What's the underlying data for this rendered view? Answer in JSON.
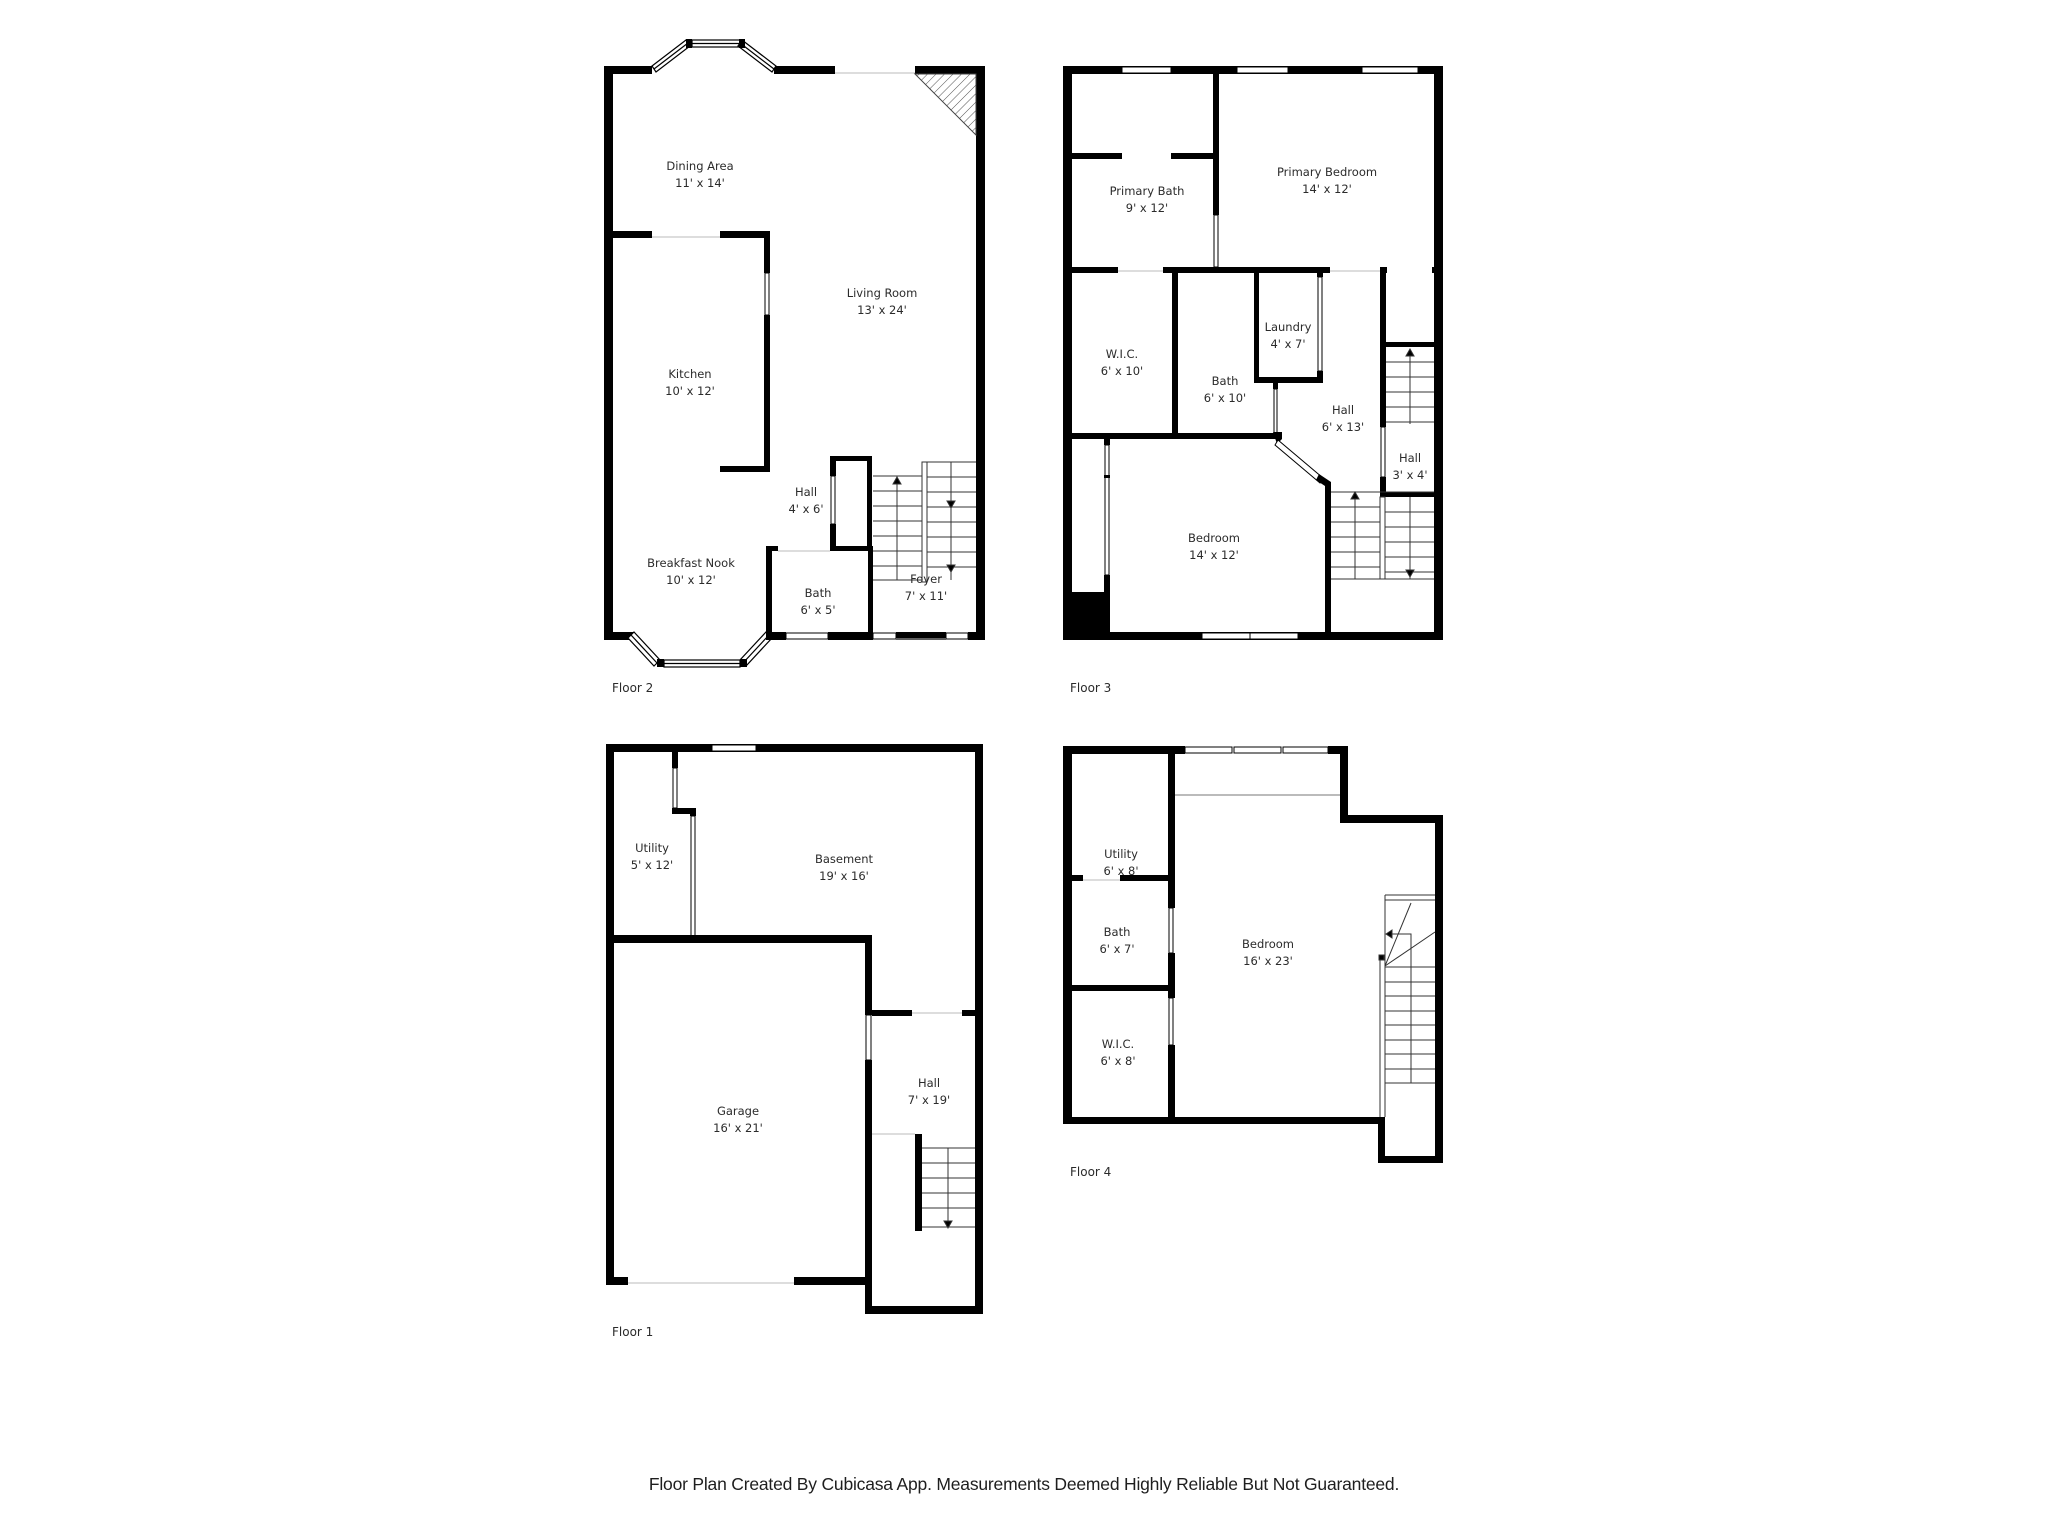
{
  "colors": {
    "wall": "#000000",
    "background": "#ffffff",
    "text": "#2b2b2b",
    "thin_line": "#7a7a7a"
  },
  "floors": [
    {
      "id": "floor-2",
      "label": "Floor 2",
      "rooms": [
        {
          "name": "Dining Area",
          "dimensions": "11' x 14'"
        },
        {
          "name": "Living Room",
          "dimensions": "13' x 24'"
        },
        {
          "name": "Kitchen",
          "dimensions": "10' x 12'"
        },
        {
          "name": "Hall",
          "dimensions": "4' x 6'"
        },
        {
          "name": "Breakfast Nook",
          "dimensions": "10' x 12'"
        },
        {
          "name": "Bath",
          "dimensions": "6' x 5'"
        },
        {
          "name": "Foyer",
          "dimensions": "7' x 11'"
        }
      ]
    },
    {
      "id": "floor-3",
      "label": "Floor 3",
      "rooms": [
        {
          "name": "Primary Bath",
          "dimensions": "9' x 12'"
        },
        {
          "name": "Primary Bedroom",
          "dimensions": "14' x 12'"
        },
        {
          "name": "W.I.C.",
          "dimensions": "6' x 10'"
        },
        {
          "name": "Bath",
          "dimensions": "6' x 10'"
        },
        {
          "name": "Laundry",
          "dimensions": "4' x 7'"
        },
        {
          "name": "Hall",
          "dimensions": "6' x 13'"
        },
        {
          "name": "Hall",
          "dimensions": "3' x 4'"
        },
        {
          "name": "Bedroom",
          "dimensions": "14' x 12'"
        }
      ]
    },
    {
      "id": "floor-1",
      "label": "Floor 1",
      "rooms": [
        {
          "name": "Utility",
          "dimensions": "5' x 12'"
        },
        {
          "name": "Basement",
          "dimensions": "19' x 16'"
        },
        {
          "name": "Garage",
          "dimensions": "16' x 21'"
        },
        {
          "name": "Hall",
          "dimensions": "7' x 19'"
        }
      ]
    },
    {
      "id": "floor-4",
      "label": "Floor 4",
      "rooms": [
        {
          "name": "Utility",
          "dimensions": "6' x 8'"
        },
        {
          "name": "Bath",
          "dimensions": "6' x 7'"
        },
        {
          "name": "W.I.C.",
          "dimensions": "6' x 8'"
        },
        {
          "name": "Bedroom",
          "dimensions": "16' x 23'"
        }
      ]
    }
  ],
  "footer": {
    "disclaimer": "Floor Plan Created By Cubicasa App. Measurements Deemed Highly Reliable But Not Guaranteed."
  }
}
